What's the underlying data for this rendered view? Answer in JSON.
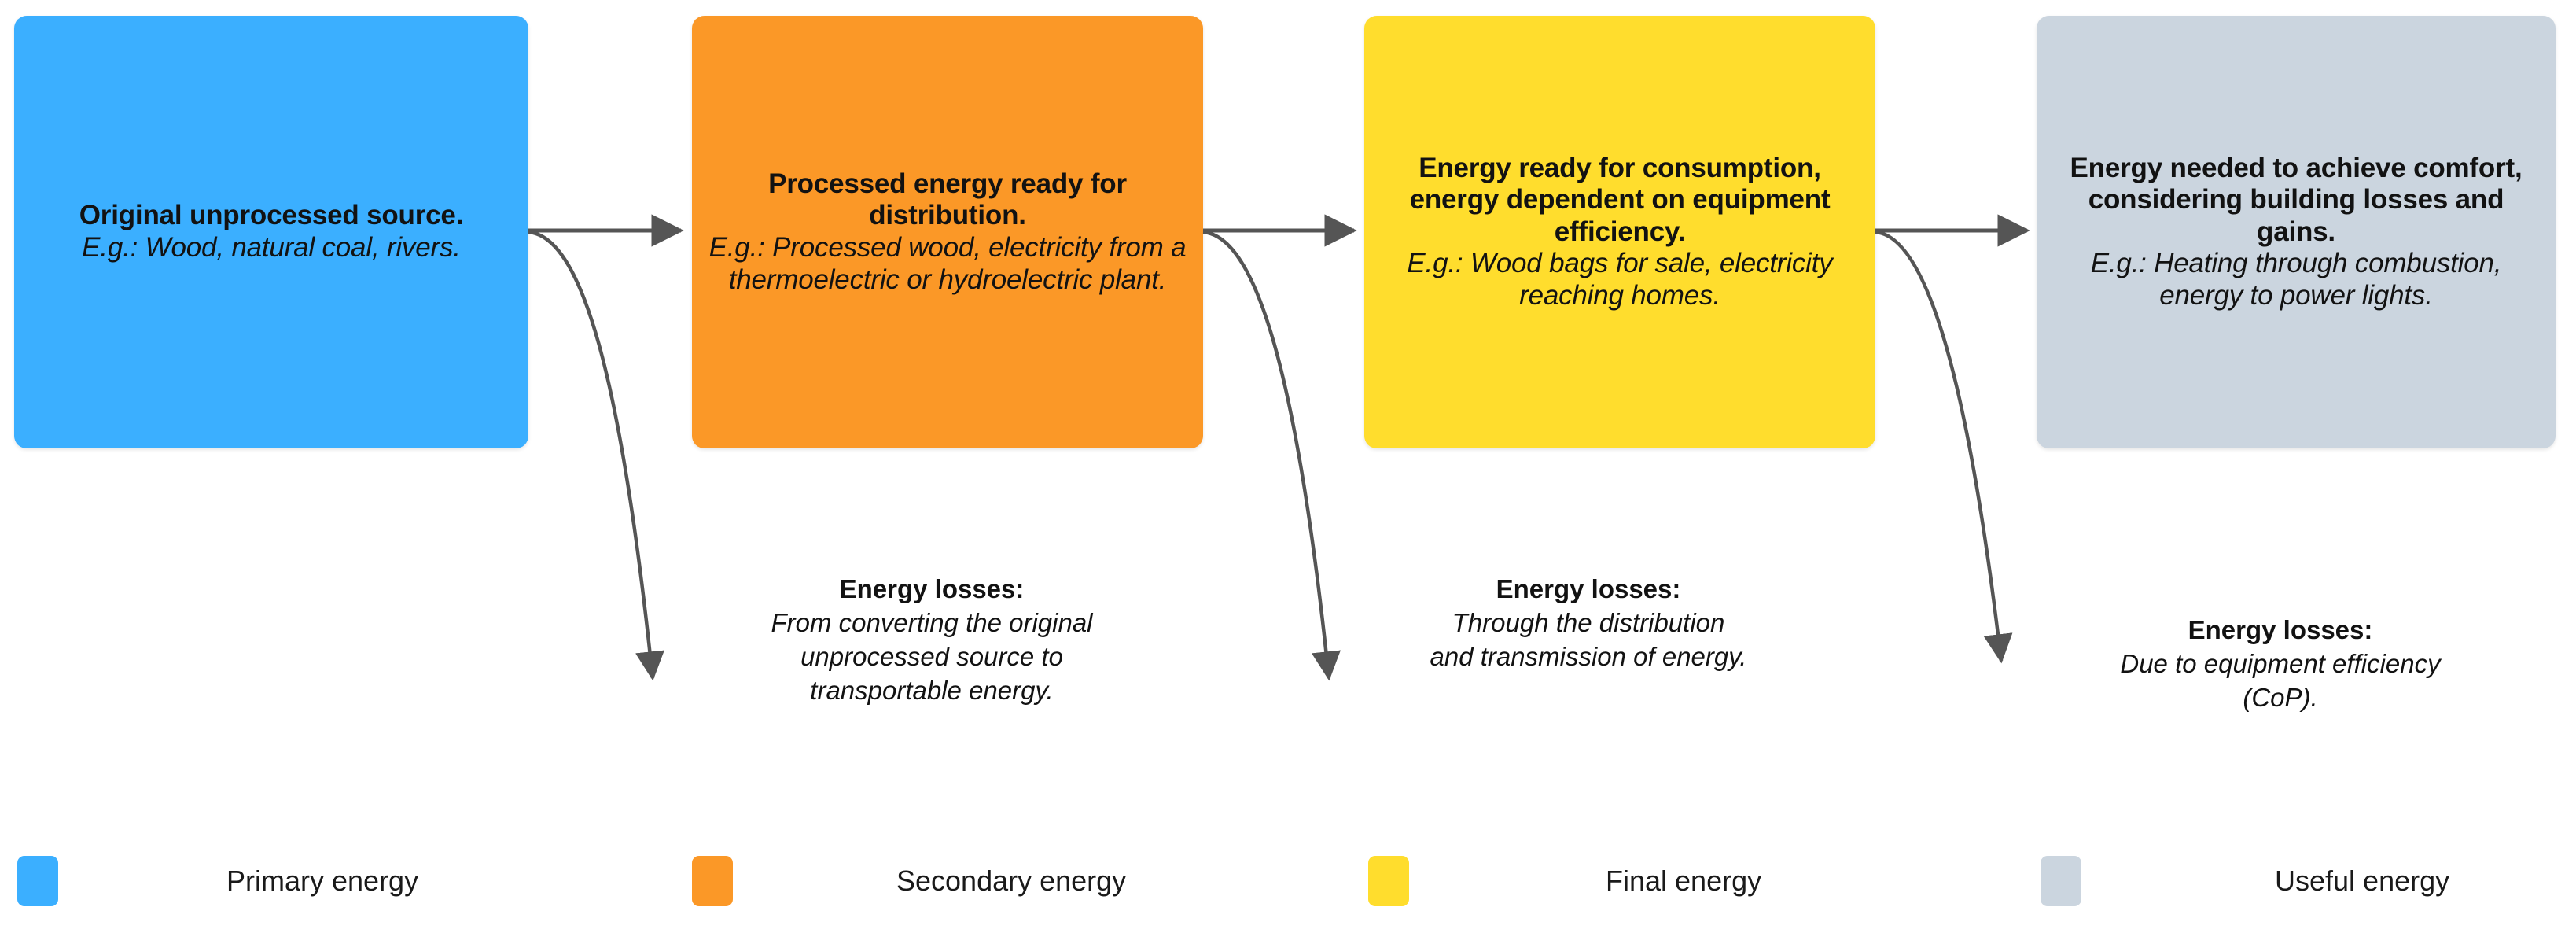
{
  "diagram": {
    "arrow_color": "#555555",
    "stages": [
      {
        "key": "primary",
        "title": "Original unprocessed source.",
        "example": "E.g.: Wood, natural coal, rivers.",
        "color": "#3BAFFF",
        "legend_label": "Primary energy"
      },
      {
        "key": "secondary",
        "title": "Processed energy ready for distribution.",
        "example": "E.g.: Processed wood, electricity from a thermoelectric or hydroelectric plant.",
        "color": "#FB9827",
        "legend_label": "Secondary energy"
      },
      {
        "key": "final",
        "title": "Energy ready for consumption, energy dependent on equipment efficiency.",
        "example": "E.g.: Wood bags for sale, electricity reaching homes.",
        "color": "#FFDD2D",
        "legend_label": "Final energy"
      },
      {
        "key": "useful",
        "title": "Energy needed to achieve comfort, considering building losses and gains.",
        "example": "E.g.: Heating through combustion, energy to power lights.",
        "color": "#CBD5DF",
        "legend_label": "Useful energy"
      }
    ],
    "losses": [
      {
        "key": "conversion",
        "title": "Energy losses:",
        "body": "From converting the original unprocessed source to transportable energy."
      },
      {
        "key": "distribution",
        "title": "Energy losses:",
        "body": "Through the distribution and transmission of energy."
      },
      {
        "key": "equipment",
        "title": "Energy losses:",
        "body": "Due to equipment efficiency (CoP)."
      }
    ]
  }
}
